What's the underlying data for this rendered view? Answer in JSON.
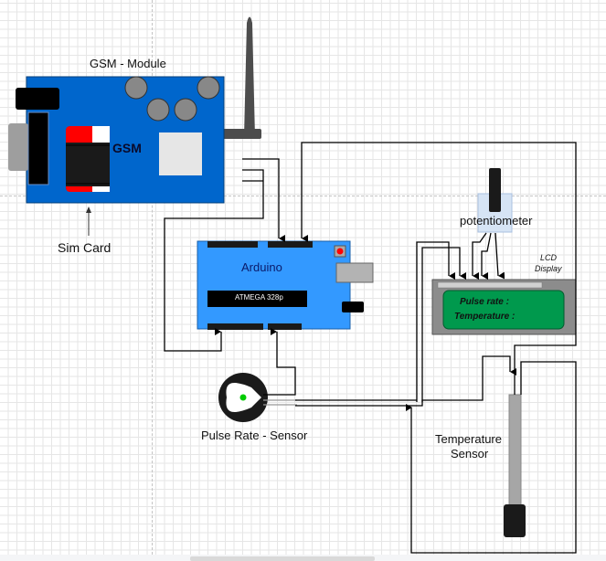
{
  "diagram": {
    "title": "GSM based pulse rate and temperature monitoring circuit",
    "components": {
      "gsm_module": {
        "label": "GSM - Module",
        "chip_text": "GSM",
        "board_color": "#0066cc"
      },
      "sim_card": {
        "label": "Sim Card"
      },
      "arduino": {
        "label": "Arduino",
        "chip_text": "ATMEGA 328p",
        "board_color": "#3399ff"
      },
      "potentiometer": {
        "label": "potentiometer"
      },
      "lcd": {
        "label_line1": "LCD",
        "label_line2": "Display",
        "line1": "Pulse rate :",
        "line2": "Temperature :",
        "screen_color": "#00994d"
      },
      "pulse_sensor": {
        "label": "Pulse Rate - Sensor"
      },
      "temperature_sensor": {
        "label_line1": "Temperature",
        "label_line2": "Sensor"
      }
    },
    "colors": {
      "wire": "#000000",
      "antenna": "#4d4d4d",
      "led": "#ff0000",
      "pulse_dot": "#00cc00"
    }
  }
}
